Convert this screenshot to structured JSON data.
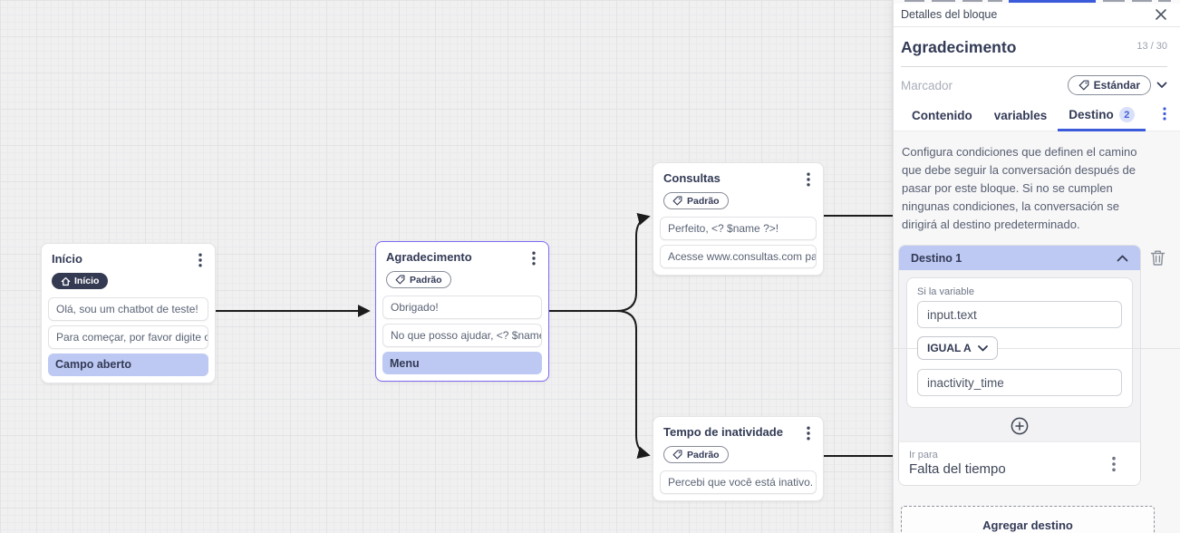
{
  "colors": {
    "accent_blue": "#3b5bdb",
    "highlight_blue": "#bdc9f2",
    "selected_node_border": "#7b6cf0",
    "dark_navy": "#333a56",
    "canvas_bg": "#f0f0f1"
  },
  "icons": {
    "close": "x-icon",
    "kebab": "three-dots-vertical",
    "home": "house",
    "tag": "label-tag",
    "chevron_down": "chevron-down",
    "chevron_up": "chevron-up",
    "trash": "trash-can",
    "plus": "plus-circle"
  },
  "canvas": {
    "nodes": [
      {
        "title": "Início",
        "badge": "Início",
        "messages": [
          "Olá, sou um chatbot de teste!",
          "Para começar, por favor digite o ..."
        ],
        "action": "Campo aberto"
      },
      {
        "title": "Agradecimento",
        "tag": "Padrão",
        "messages": [
          "Obrigado!",
          "No que posso ajudar, <? $name ..."
        ],
        "action": "Menu"
      },
      {
        "title": "Consultas",
        "tag": "Padrão",
        "messages": [
          "Perfeito, <? $name ?>!",
          "Acesse www.consultas.com par..."
        ]
      },
      {
        "title": "Tempo de inatividade",
        "tag": "Padrão",
        "messages": [
          "Percebi que você está inativo. C..."
        ]
      }
    ]
  },
  "panel": {
    "header_title": "Detalles del bloque",
    "block_name": "Agradecimento",
    "char_counter": "13 / 30",
    "marker_label": "Marcador",
    "marker_value": "Estándar",
    "tabs": {
      "contenido": "Contenido",
      "variables": "variables",
      "destino": "Destino",
      "destino_badge": "2"
    },
    "description": "Configura condiciones que definen el camino que debe seguir la conversación después de pasar por este bloque. Si no se cumplen ningunas condiciones, la conversación se dirigirá al destino predeterminado.",
    "destination": {
      "title": "Destino 1",
      "condition_label": "Si la variable",
      "variable_value": "input.text",
      "operator": "IGUAL A",
      "compare_value": "inactivity_time",
      "go_to_label": "Ir para",
      "go_to_value": "Falta del tiempo"
    },
    "add_destination": "Agregar destino"
  }
}
